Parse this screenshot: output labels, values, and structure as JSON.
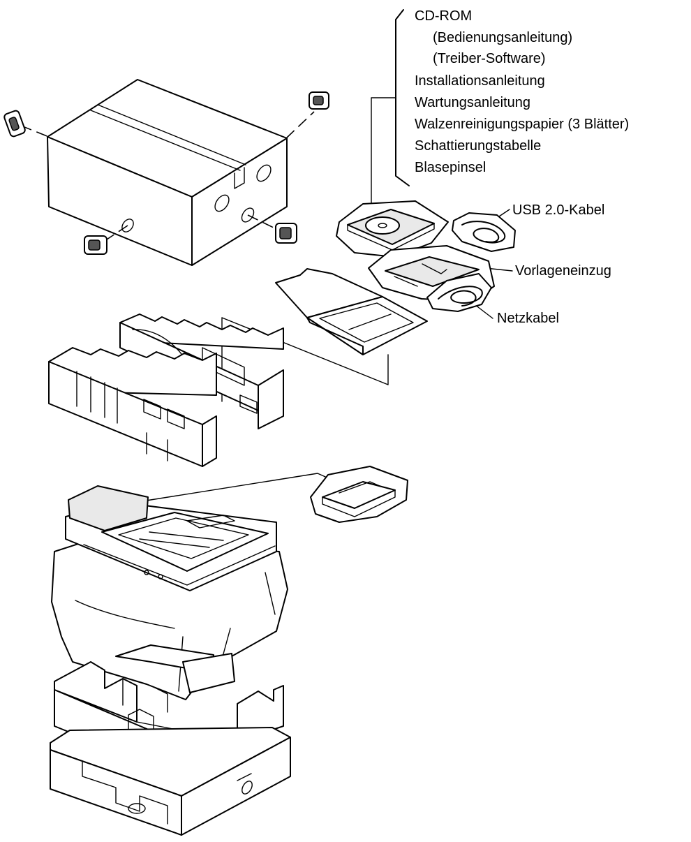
{
  "labels": {
    "cdrom": "CD-ROM",
    "manual": "(Bedienungsanleitung)",
    "driver": "(Treiber-Software)",
    "install": "Installationsanleitung",
    "maintenance": "Wartungsanleitung",
    "roller_paper": "Walzenreinigungspapier (3 Blätter)",
    "shading": "Schattierungstabelle",
    "brush": "Blasepinsel",
    "usb": "USB 2.0-Kabel",
    "feeder": "Vorlageneinzug",
    "power": "Netzkabel"
  }
}
